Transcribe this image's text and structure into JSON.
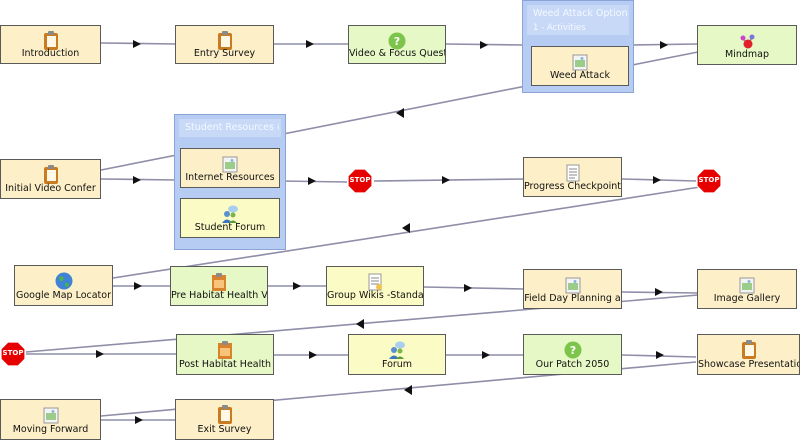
{
  "nodes": {
    "introduction": {
      "label": "Introduction",
      "icon": "notepad-icon"
    },
    "entry_survey": {
      "label": "Entry Survey",
      "icon": "notepad-icon"
    },
    "video_focus": {
      "label": "Video & Focus Questi",
      "icon": "question-icon"
    },
    "weed_attack": {
      "label": "Weed Attack",
      "icon": "image-icon"
    },
    "mindmap": {
      "label": "Mindmap",
      "icon": "molecule-icon"
    },
    "initial_video": {
      "label": "Initial Video Confer",
      "icon": "notepad-icon"
    },
    "internet_resources": {
      "label": "Internet Resources",
      "icon": "image-icon"
    },
    "student_forum": {
      "label": "Student Forum",
      "icon": "forum-icon"
    },
    "progress_checkpoint": {
      "label": "Progress Checkpoint",
      "icon": "checklist-icon"
    },
    "google_map": {
      "label": "Google Map Locator",
      "icon": "globe-icon"
    },
    "pre_habitat": {
      "label": "Pre Habitat Health V",
      "icon": "clipboard-icon"
    },
    "group_wikis": {
      "label": "Group Wikis -Standard",
      "icon": "wiki-icon"
    },
    "field_day": {
      "label": "Field Day Planning a",
      "icon": "image-icon"
    },
    "image_gallery": {
      "label": "Image Gallery",
      "icon": "image-icon"
    },
    "post_habitat": {
      "label": "Post Habitat Health",
      "icon": "clipboard-icon"
    },
    "forum": {
      "label": "Forum",
      "icon": "forum-icon"
    },
    "our_patch": {
      "label": "Our Patch 2050",
      "icon": "question-icon"
    },
    "showcase": {
      "label": "Showcase Presentation",
      "icon": "notepad-icon"
    },
    "moving_forward": {
      "label": "Moving Forward",
      "icon": "image-icon"
    },
    "exit_survey": {
      "label": "Exit Survey",
      "icon": "notepad-icon"
    }
  },
  "groups": {
    "weed_attack_optional": {
      "title": "Weed Attack Optional",
      "subtitle": "1 - Activities"
    },
    "student_resources": {
      "title": "Student Resources &",
      "subtitle": ""
    }
  },
  "stops": {
    "label": "STOP"
  },
  "colors": {
    "tan_node": "#fdf0c8",
    "green_node": "#e6f8c6",
    "yellow_node": "#fbfbc6",
    "group_fill": "#b7ccf2",
    "edge": "#8e8ea8",
    "stop_red": "#e60000"
  }
}
